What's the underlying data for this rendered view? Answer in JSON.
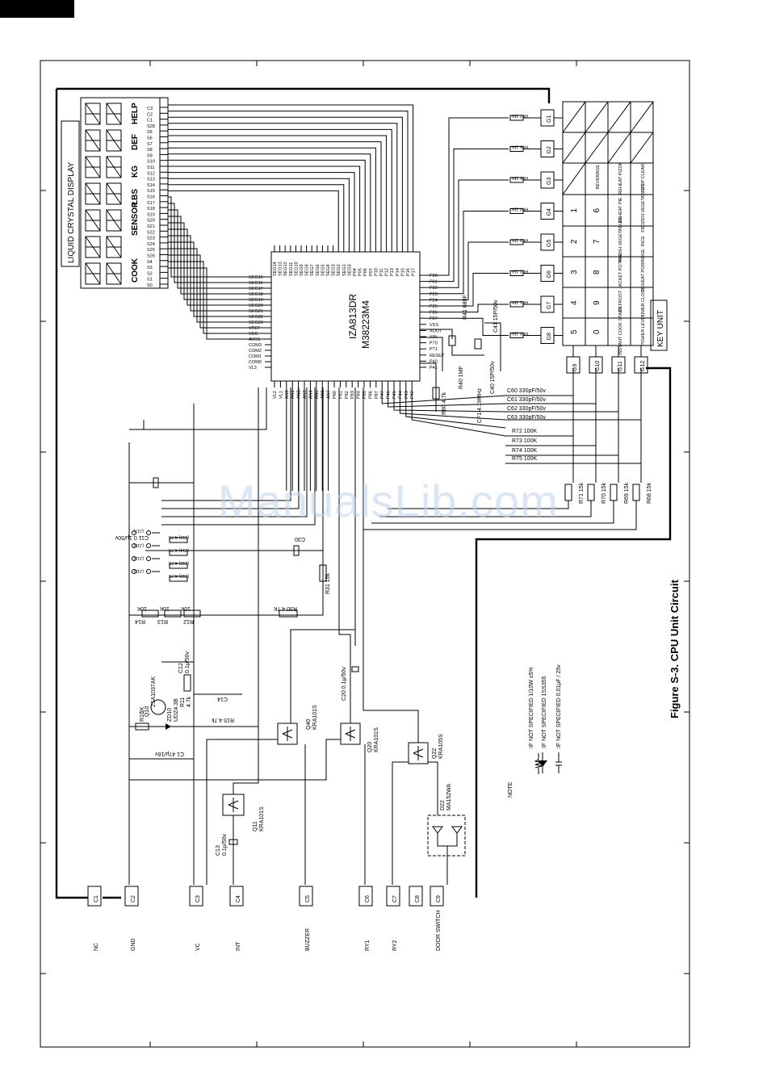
{
  "figure_title": "Figure S-3. CPU Unit Circuit",
  "watermark": "ManualsLib.com",
  "lcd": {
    "title": "LIQUID CRYSTAL DISPLAY",
    "indicators": [
      "COOK",
      "SENSOR",
      "LBS",
      "KG",
      "DEF",
      "HELP"
    ],
    "segment_pins": [
      "S0",
      "S1",
      "S2",
      "S3",
      "S4",
      "S26",
      "S25",
      "S24",
      "S23",
      "S22",
      "S21",
      "S20",
      "S19",
      "S18",
      "S17",
      "S16",
      "S15",
      "S14",
      "S13",
      "S12",
      "S11",
      "S10",
      "S9",
      "S8",
      "S7",
      "S6",
      "S5",
      "S28",
      "C1",
      "C2",
      "C3"
    ]
  },
  "ic": {
    "name1": "IZA813DR",
    "name2": "M38223M4",
    "top_pins": [
      "SEG14",
      "SEG13",
      "SEG12",
      "SEG11",
      "SEG10",
      "SEG9",
      "SEG8",
      "SEG7",
      "SEG6",
      "SEG5",
      "SEG4",
      "SEG3",
      "SEG2",
      "SEG1",
      "SEG0",
      "P04",
      "P05",
      "P06",
      "P07",
      "P10",
      "P11",
      "P12",
      "P13",
      "P14",
      "P15",
      "P16",
      "P17"
    ],
    "left_pins": [
      "SEG15",
      "SEG16",
      "SEG17",
      "SEG18",
      "SEG19",
      "SEG20",
      "SEG21",
      "SEG22",
      "SEG23",
      "VREF",
      "VCC",
      "AVSS",
      "COM3",
      "COM2",
      "COM1",
      "COM0",
      "VL3"
    ],
    "right_pins": [
      "P20",
      "P21",
      "P22",
      "P23",
      "P24",
      "P25",
      "P26",
      "P27",
      "VSS",
      "XOUT",
      "XIN",
      "P70",
      "P71",
      "RESET",
      "P40",
      "P41"
    ],
    "bottom_pins": [
      "VL2",
      "VL1",
      "AN0",
      "AN1",
      "AN2",
      "AN3",
      "AN4",
      "AN5",
      "AN6",
      "AN7",
      "P80",
      "P81",
      "P82",
      "P83",
      "P84",
      "P85",
      "P86",
      "P87",
      "P47",
      "P46",
      "P45",
      "P44",
      "P43",
      "P42"
    ]
  },
  "key_unit": {
    "title": "KEY UNIT",
    "grid_rows": [
      "G1",
      "G2",
      "G3",
      "G4",
      "G5",
      "G6",
      "G7",
      "G8"
    ],
    "grid_cols": [
      "G9",
      "G10",
      "G11",
      "G12"
    ],
    "resistors": [
      "R67 15k",
      "R66 15k",
      "R65 15k",
      "R64 15k",
      "R63 15k",
      "R62 15k",
      "R61 15k",
      "R60 15k"
    ],
    "keys": [
      [
        "",
        "",
        "",
        ""
      ],
      [
        "",
        "",
        "",
        ""
      ],
      [
        "",
        "BEVERAGE",
        "REHEAT PIZZA",
        "STOP CLEAR"
      ],
      [
        "1",
        "6",
        "REHEAT PIE",
        "FROZEN VEGETABLES"
      ],
      [
        "2",
        "7",
        "FRESH VEGETABLES",
        "RICE"
      ],
      [
        "3",
        "8",
        "JACKET POTATO",
        "REHEAT PORRIDGE"
      ],
      [
        "4",
        "9",
        "DEFROST",
        "TIMER CLOCK"
      ],
      [
        "5",
        "0",
        "INSTANT COOK START",
        "POWER LEVEL"
      ]
    ]
  },
  "connector": {
    "pins": [
      "C1",
      "C2",
      "C3",
      "C4",
      "C5",
      "C6",
      "C7",
      "C8",
      "C9"
    ],
    "labels": [
      "NC",
      "GND",
      "VC",
      "INT",
      "BUZZER",
      "RY1",
      "RY2",
      "",
      "DOOR SWITCH"
    ]
  },
  "parts": {
    "c60": "C60 330pF/50v",
    "c61": "C61 330pF/50v",
    "c62": "C62 330pF/50v",
    "c63": "C63 330pF/50v",
    "r72": "R72 100K",
    "r73": "R73 100K",
    "r74": "R74 100K",
    "r75": "R75 100K",
    "r71": "R71 15k",
    "r70": "R70 15k",
    "r69": "R69 15k",
    "r68": "R68 15k",
    "r80": "R80 4.7k",
    "r40": "R40 1MF",
    "cf1": "CF1 4.19MHz",
    "r41": "R41 680F",
    "c41": "C41 15P/50v",
    "c40": "C40 15P/50v",
    "c11": "C11 0.1μ/50v",
    "c30": "C30",
    "j16": "(J16) 4.7K",
    "j14": "(J14) 4.7K",
    "j12": "(J12) 4.7K",
    "j10": "(J10) 4.7K",
    "j17": "(J17)",
    "j15": "(J15)",
    "j13": "(J13)",
    "j11": "(J11)",
    "r14": "R14",
    "r13": "R13",
    "r12": "R12",
    "r14v": "10K",
    "r13v": "10K",
    "r12v": "10K",
    "r30": "R30 4.7K",
    "r31": "R31 15k",
    "q10a": "Q10",
    "q10b": "2SA1037AK",
    "c12a": "C12",
    "c12b": "0.1μ/50v",
    "r11a": "R11",
    "r11b": "4.7k",
    "zd10a": "ZD10",
    "zd10b": "UDZ4.3B",
    "r10a": "R10",
    "r10b": "1K",
    "c14": "C14",
    "r15": "R15 4.7k",
    "c1": "C1 47μ/16v",
    "q40a": "Q40",
    "q40b": "KRA101S",
    "q20a": "Q20",
    "q20b": "KRA101S",
    "q22a": "Q22",
    "q22b": "KRA105S",
    "q11a": "Q11",
    "q11b": "KRA101S",
    "c13a": "C13",
    "c13b": "0.1μ/50v",
    "d22a": "D22",
    "d22b": "MA152WA",
    "c20": "C20 0.1μ/50v"
  },
  "notes": {
    "title": "NOTE",
    "lines": [
      ":IF NOT SPECIFIED  1/10W ±5%",
      ":IF NOT SPECIFIED  1SS355",
      ":IF NOT SPECIFIED  0.01μF / 25v"
    ]
  }
}
